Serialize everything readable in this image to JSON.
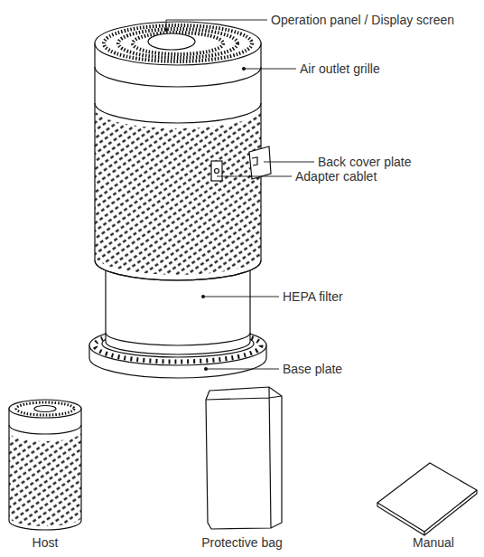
{
  "diagram": {
    "labels": [
      "Operation panel / Display screen",
      "Air outlet grille",
      "Back cover plate",
      "Adapter cablet",
      "HEPA filter",
      "Base plate",
      "Host",
      "Protective bag",
      "Manual"
    ]
  }
}
